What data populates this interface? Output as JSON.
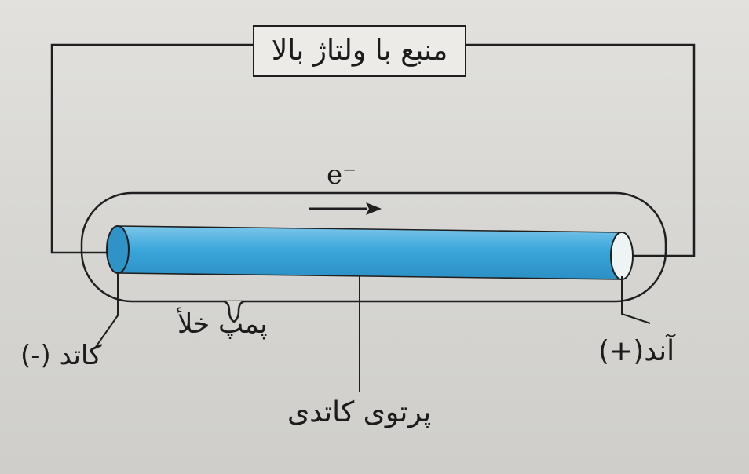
{
  "labels": {
    "power_source": "منبع با ولتاژ بالا",
    "electron": "e⁻",
    "vacuum_pump": "پمپ خلأ",
    "cathode": "کاتد (-)",
    "anode": "آند(+)",
    "cathode_ray": "پرتوی کاتدی"
  },
  "colors": {
    "beam": "#3aa6da",
    "wire": "#1f1f1f",
    "background": "#d9d8d4"
  }
}
